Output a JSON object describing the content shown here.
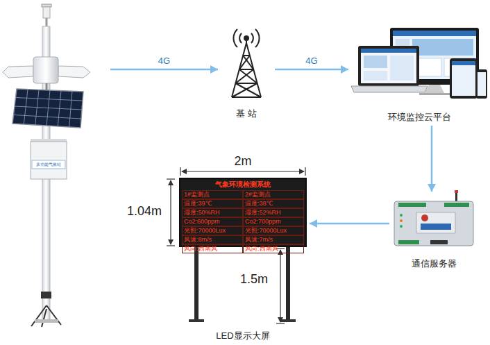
{
  "diagram": {
    "nodes": [
      {
        "text": [
          "多功能气象站"
        ]
      },
      {
        "text": [
          "基 站"
        ]
      },
      {
        "text": [
          "环境监控云平台"
        ]
      },
      {
        "text": [
          "通信服务器"
        ]
      },
      {
        "text": [
          "气象环境检测系统"
        ]
      }
    ],
    "edges": [
      {
        "from": 0,
        "to": 1,
        "label": "4G",
        "arrow": "to"
      },
      {
        "from": 1,
        "to": 2,
        "label": "4G",
        "arrow": "to"
      },
      {
        "from": 2,
        "to": 3,
        "arrow": "to"
      },
      {
        "from": 3,
        "to": 4,
        "arrow": "to"
      }
    ],
    "labels": [
      "2m",
      "1.04m",
      "1.5m",
      "1#监测点",
      "2#监测点",
      "温度:39℃",
      "温度:38℃",
      "湿度:50%RH",
      "湿度:52%RH",
      "Co2:600ppm",
      "Co2:700ppm",
      "光照:70000Lux",
      "光照:70000Lux",
      "风速:8m/s",
      "风速:7m/s",
      "风向:西南风",
      "风向:西南风",
      "LED显示大屏"
    ]
  }
}
